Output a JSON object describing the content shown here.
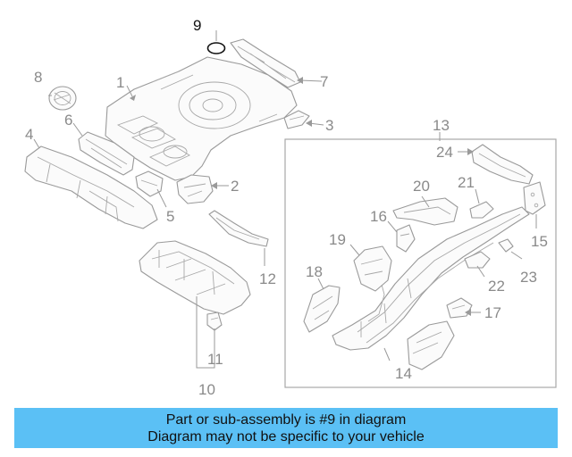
{
  "diagram": {
    "callouts": {
      "c1": "1",
      "c2": "2",
      "c3": "3",
      "c4": "4",
      "c5": "5",
      "c6": "6",
      "c7": "7",
      "c8": "8",
      "c9": "9",
      "c10": "10",
      "c11": "11",
      "c12": "12",
      "c13": "13",
      "c14": "14",
      "c15": "15",
      "c16": "16",
      "c17": "17",
      "c18": "18",
      "c19": "19",
      "c20": "20",
      "c21": "21",
      "c22": "22",
      "c23": "23",
      "c24": "24"
    },
    "highlighted_part": "9",
    "colors": {
      "line": "#9a9a9a",
      "highlight": "#111111",
      "banner": "#5bc0f5"
    }
  },
  "banner": {
    "line1": "Part or sub-assembly is #9 in diagram",
    "line2": "Diagram may not be specific to your vehicle"
  }
}
